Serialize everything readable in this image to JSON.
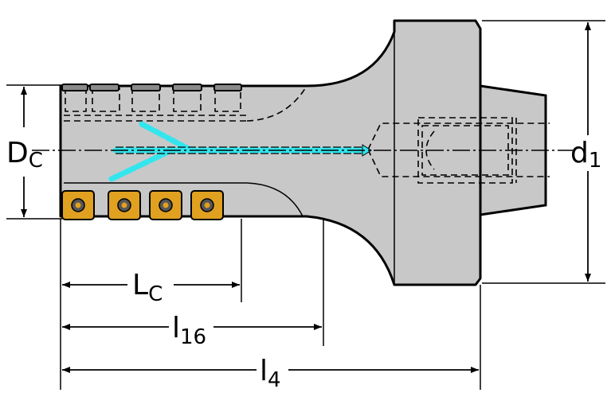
{
  "labels": {
    "dc": {
      "main": "D",
      "sub": "C"
    },
    "d1": {
      "main": "d",
      "sub": "1"
    },
    "lc": {
      "main": "L",
      "sub": "C"
    },
    "l16": {
      "main": "l",
      "sub": "16"
    },
    "l4": {
      "main": "l",
      "sub": "4"
    }
  },
  "colors": {
    "body": "#c8c8c8",
    "outline": "#000000",
    "coolant": "#33e6ee",
    "insert": "#e0a020",
    "background": "#ffffff"
  }
}
